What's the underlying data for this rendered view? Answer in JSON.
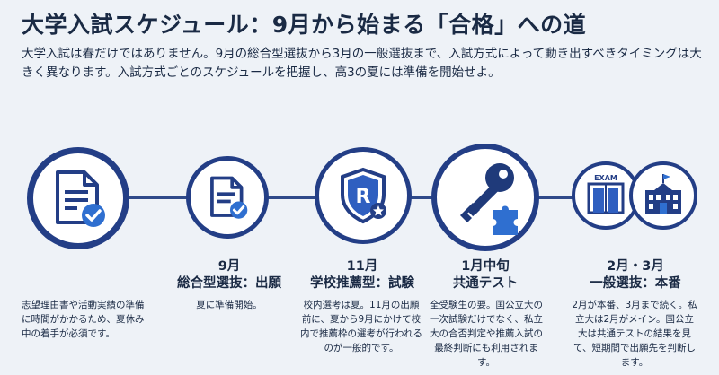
{
  "title": "大学入試スケジュール：9月から始まる「合格」への道",
  "lead": "大学入試は春だけではありません。9月の総合型選抜から3月の一般選抜まで、入試方式によって動き出すべきタイミングは大きく異なります。入試方式ごとのスケジュールを把握し、高3の夏には準備を開始せよ。",
  "intro_note": "志望理由書や活動実績の準備に時間がかかるため、夏休み中の着手が必須です。",
  "steps": [
    {
      "date": "9月",
      "name": "総合型選抜：出願",
      "desc": "夏に準備開始。"
    },
    {
      "date": "11月",
      "name": "学校推薦型：試験",
      "desc": "校内選考は夏。11月の出願前に、夏から9月にかけて校内で推薦枠の選考が行われるのが一般的です。"
    },
    {
      "date": "1月中旬",
      "name": "共通テスト",
      "desc": "全受験生の要。国公立大の一次試験だけでなく、私立大の合否判定や推薦入試の最終判断にも利用されます。"
    },
    {
      "date": "2月・3月",
      "name": "一般選抜：本番",
      "desc": "2月が本番、3月まで続く。私立大は2月がメイン。国公立大は共通テストの結果を見て、短期間で出願先を判断します。"
    }
  ],
  "exam_sign": "EXAM",
  "icon_letter": "R",
  "colors": {
    "navy": "#233e86",
    "background": "#eef2f7",
    "text": "#1a2a44"
  }
}
